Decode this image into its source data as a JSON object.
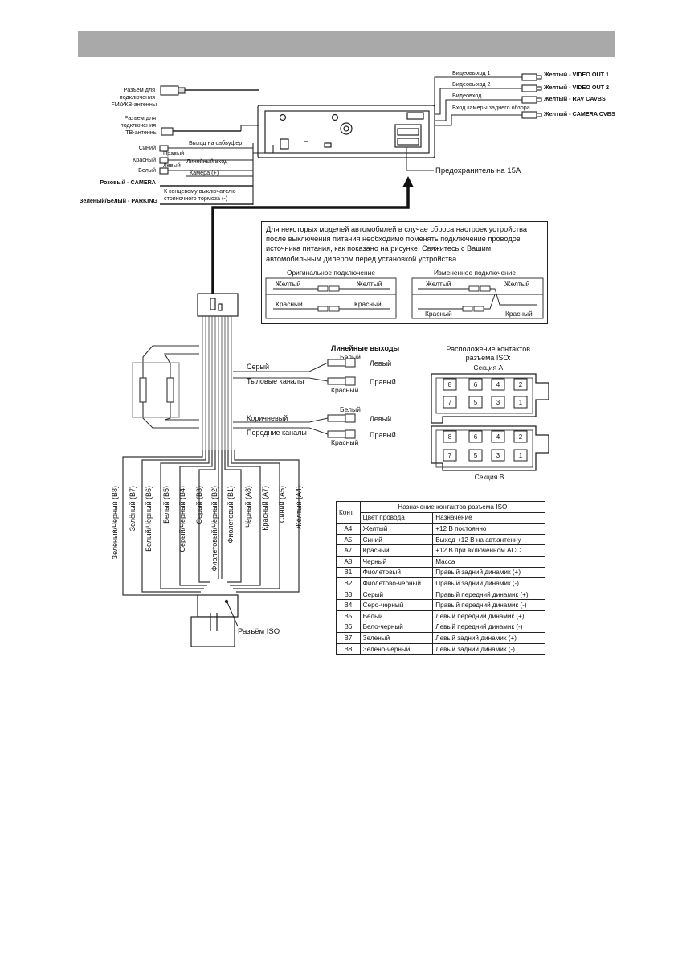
{
  "header": {
    "color": "#a9a9a9"
  },
  "antenna": {
    "fm_label": [
      "Разъем для",
      "подключения",
      "FM/УКВ-антенны"
    ],
    "tv_label": [
      "Разъем для",
      "подключения",
      "ТВ-антенны"
    ]
  },
  "left_wires": {
    "blue": "Синий",
    "right": "Правый",
    "red": "Красный",
    "left": "Левый",
    "white": "Белый",
    "subwoofer": "Выход на сабвуфер",
    "line_in": "Линейный вход",
    "camera_plus": "Камера (+)",
    "pink_camera": "Розовый - CAMERA",
    "parking_note": [
      "К концевому выключателю",
      "стояночного тормоза (-)"
    ],
    "parking": "Зеленый/Белый - PARKING"
  },
  "video": {
    "out1": "Видеовыход 1",
    "out2": "Видеовыход 2",
    "in": "Видеовход",
    "rear_cam": "Вход камеры заднего обзора",
    "yellow_out1": "Желтый - VIDEO OUT 1",
    "yellow_out2": "Желтый - VIDEO OUT 2",
    "yellow_rav": "Желтый - RAV CAVBS",
    "yellow_cam": "Желтый - CAMERA CVBS"
  },
  "fuse": "Предохранитель на 15А",
  "note": {
    "text": "Для некоторых моделей автомобилей в случае сброса настроек устройства после выключения питания необходимо поменять подключение проводов источника питания, как показано на рисунке. Свяжитесь с Вашим автомобильным дилером перед установкой устройства.",
    "original": "Оригинальное подключение",
    "modified": "Измененное подключение",
    "yellow": "Желтый",
    "red": "Красный"
  },
  "line_out": {
    "title": "Линейные выходы",
    "white": "Белый",
    "red": "Красный",
    "left": "Левый",
    "right": "Правый",
    "gray": "Серый",
    "rear": "Тыловые каналы",
    "brown": "Коричневый",
    "front": "Передние каналы"
  },
  "iso_pins": {
    "title": [
      "Расположение контактов",
      "разъема ISO:"
    ],
    "section_a": "Секция A",
    "section_b": "Секция B",
    "top_row": [
      "8",
      "6",
      "4",
      "2"
    ],
    "bottom_row": [
      "7",
      "5",
      "3",
      "1"
    ]
  },
  "wire_labels": [
    "Зелёный/Чёрный (B8)",
    "Зелёный (B7)",
    "Белый/Чёрный (B6)",
    "Белый (B5)",
    "Серый/Чёрный (B4)",
    "Серый (B3)",
    "Фиолетовый/Чёрный (B2)",
    "Фиолетовый (B1)",
    "Чёрный (A8)",
    "Красный (A7)",
    "Синий (A5)",
    "Жёлтый (A4)"
  ],
  "iso_connector": "Разъём ISO",
  "iso_table": {
    "title": "Назначение контактов разъема ISO",
    "col_pin": "Конт.",
    "col_color": "Цвет провода",
    "col_purpose": "Назначение",
    "rows": [
      [
        "A4",
        "Желтый",
        "+12 В постоянно"
      ],
      [
        "A5",
        "Синий",
        "Выход +12 В на авт.антенну"
      ],
      [
        "A7",
        "Красный",
        "+12 В при включенном ACC"
      ],
      [
        "A8",
        "Черный",
        "Масса"
      ],
      [
        "B1",
        "Фиолетовый",
        "Правый задний динамик (+)"
      ],
      [
        "B2",
        "Фиолетово-черный",
        "Правый задний динамик (-)"
      ],
      [
        "B3",
        "Серый",
        "Правый передний динамик (+)"
      ],
      [
        "B4",
        "Серо-черный",
        "Правый передний динамик (-)"
      ],
      [
        "B5",
        "Белый",
        "Левый передний динамик (+)"
      ],
      [
        "B6",
        "Бело-черный",
        "Левый передний динамик (-)"
      ],
      [
        "B7",
        "Зеленый",
        "Левый задний динамик (+)"
      ],
      [
        "B8",
        "Зелено-черный",
        "Левый задний динамик (-)"
      ]
    ]
  }
}
